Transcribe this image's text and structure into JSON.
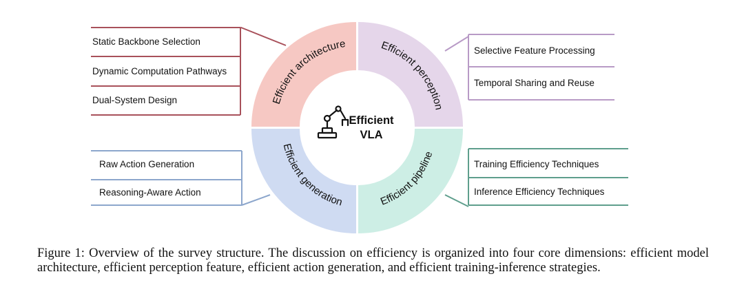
{
  "center": {
    "line1": "Efficient",
    "line2": "VLA"
  },
  "segments": {
    "architecture": {
      "label": "Efficient architecture",
      "color": "#f6c8c3",
      "line_color": "#a8505a"
    },
    "perception": {
      "label": "Efficient perception",
      "color": "#e5d6ea",
      "line_color": "#b89ac6"
    },
    "generation": {
      "label": "Efficient generation",
      "color": "#cfdbf2",
      "line_color": "#8ca6cc"
    },
    "pipeline": {
      "label": "Efficient pipeline",
      "color": "#cdeee5",
      "line_color": "#5e9e8c"
    }
  },
  "boxes": {
    "architecture": [
      "Static Backbone Selection",
      "Dynamic Computation Pathways",
      "Dual-System Design"
    ],
    "perception": [
      "Selective Feature Processing",
      "Temporal Sharing and Reuse"
    ],
    "generation": [
      "Raw Action Generation",
      "Reasoning-Aware Action"
    ],
    "pipeline": [
      "Training Efficiency Techniques",
      "Inference Efficiency Techniques"
    ]
  },
  "icons": {
    "center_icon": "robot-arm-icon"
  },
  "caption": "Figure 1: Overview of the survey structure. The discussion on efficiency is organized into four core dimensions: efficient model architecture, efficient perception feature, efficient action generation, and efficient training-inference strategies."
}
